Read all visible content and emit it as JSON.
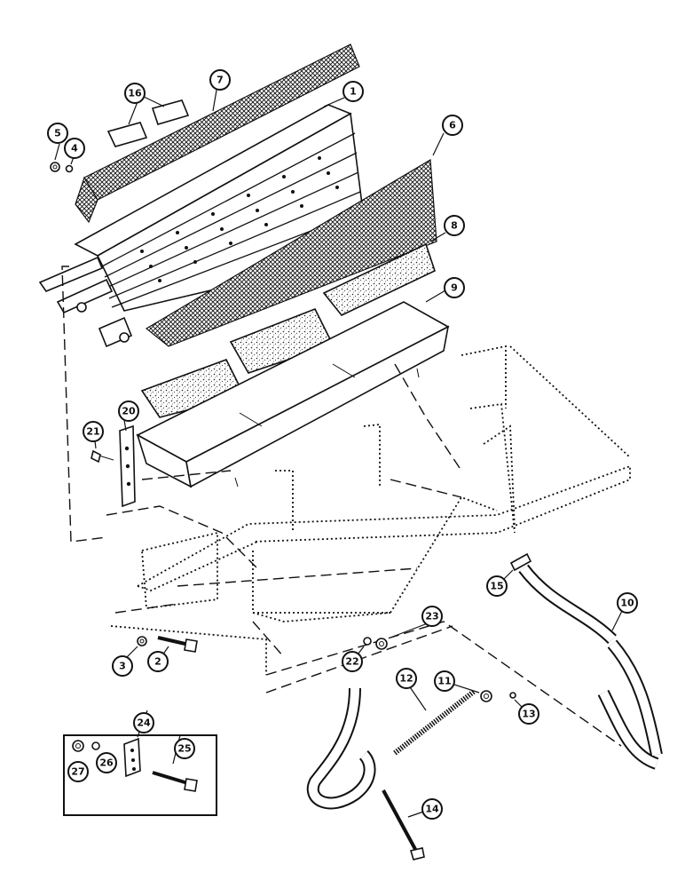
{
  "diagram": {
    "callouts": [
      {
        "id": "c1",
        "label": "1"
      },
      {
        "id": "c2",
        "label": "2"
      },
      {
        "id": "c3",
        "label": "3"
      },
      {
        "id": "c4",
        "label": "4"
      },
      {
        "id": "c5",
        "label": "5"
      },
      {
        "id": "c6",
        "label": "6"
      },
      {
        "id": "c7",
        "label": "7"
      },
      {
        "id": "c8",
        "label": "8"
      },
      {
        "id": "c9",
        "label": "9"
      },
      {
        "id": "c10",
        "label": "10"
      },
      {
        "id": "c11",
        "label": "11"
      },
      {
        "id": "c12",
        "label": "12"
      },
      {
        "id": "c13",
        "label": "13"
      },
      {
        "id": "c14",
        "label": "14"
      },
      {
        "id": "c15",
        "label": "15"
      },
      {
        "id": "c16",
        "label": "16"
      },
      {
        "id": "c20",
        "label": "20"
      },
      {
        "id": "c21",
        "label": "21"
      },
      {
        "id": "c22",
        "label": "22"
      },
      {
        "id": "c23",
        "label": "23"
      },
      {
        "id": "c24",
        "label": "24"
      },
      {
        "id": "c25",
        "label": "25"
      },
      {
        "id": "c26",
        "label": "26"
      },
      {
        "id": "c27",
        "label": "27"
      }
    ]
  }
}
